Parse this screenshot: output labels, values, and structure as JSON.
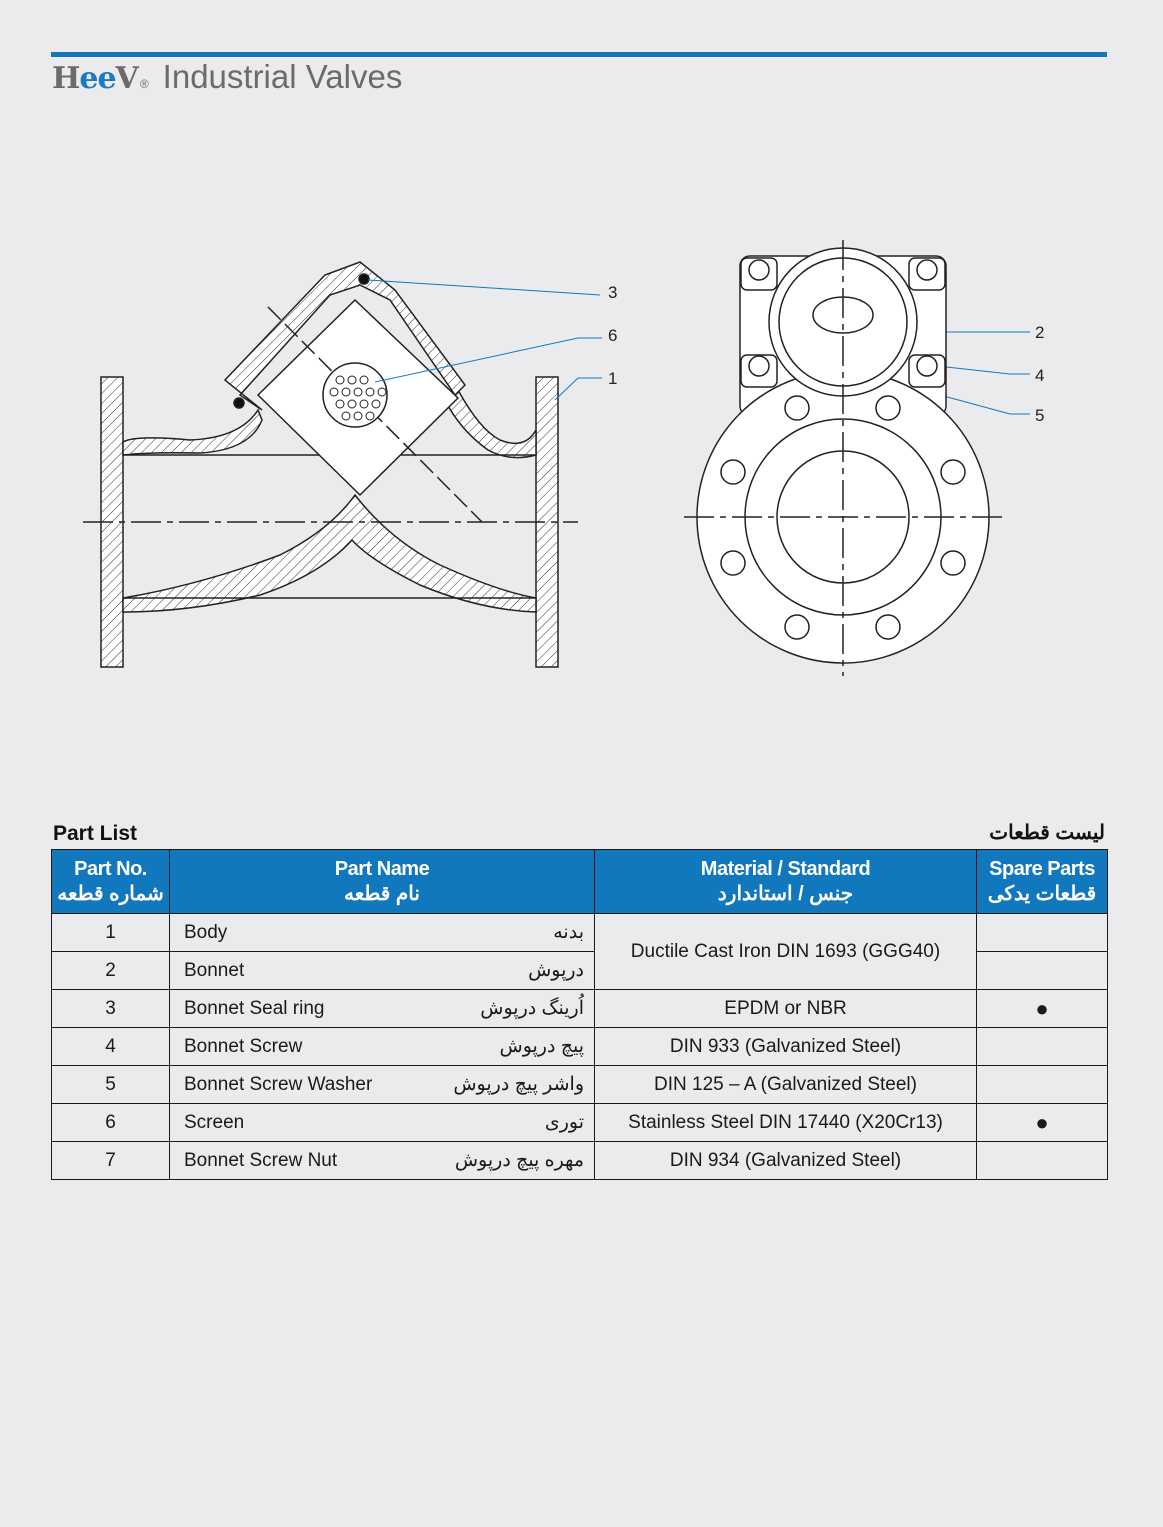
{
  "header": {
    "logo": "HeeV",
    "registered": "®",
    "title": "Industrial Valves"
  },
  "drawing": {
    "callouts_left": [
      "3",
      "6",
      "1"
    ],
    "callouts_right": [
      "2",
      "4",
      "5"
    ]
  },
  "part_list": {
    "title_en": "Part List",
    "title_fa": "لیست قطعات",
    "columns": [
      {
        "en": "Part No.",
        "fa": "شماره قطعه"
      },
      {
        "en": "Part Name",
        "fa": "نام قطعه"
      },
      {
        "en": "Material / Standard",
        "fa": "جنس / استاندارد"
      },
      {
        "en": "Spare Parts",
        "fa": "قطعات یدکی"
      }
    ],
    "rows": [
      {
        "no": "1",
        "name": "Body",
        "name_fa": "بدنه",
        "material": "Ductile Cast Iron DIN 1693 (GGG40)",
        "spare": ""
      },
      {
        "no": "2",
        "name": "Bonnet",
        "name_fa": "درپوش",
        "material": "",
        "spare": ""
      },
      {
        "no": "3",
        "name": "Bonnet Seal ring",
        "name_fa": "اُرینگ درپوش",
        "material": "EPDM or NBR",
        "spare": "●"
      },
      {
        "no": "4",
        "name": "Bonnet Screw",
        "name_fa": "پیچ درپوش",
        "material": "DIN 933 (Galvanized Steel)",
        "spare": ""
      },
      {
        "no": "5",
        "name": "Bonnet Screw Washer",
        "name_fa": "واشر پیچ درپوش",
        "material": "DIN 125 – A (Galvanized Steel)",
        "spare": ""
      },
      {
        "no": "6",
        "name": "Screen",
        "name_fa": "توری",
        "material": "Stainless Steel DIN 17440 (X20Cr13)",
        "spare": "●"
      },
      {
        "no": "7",
        "name": "Bonnet Screw Nut",
        "name_fa": "مهره پیچ درپوش",
        "material": "DIN 934 (Galvanized Steel)",
        "spare": ""
      }
    ]
  }
}
